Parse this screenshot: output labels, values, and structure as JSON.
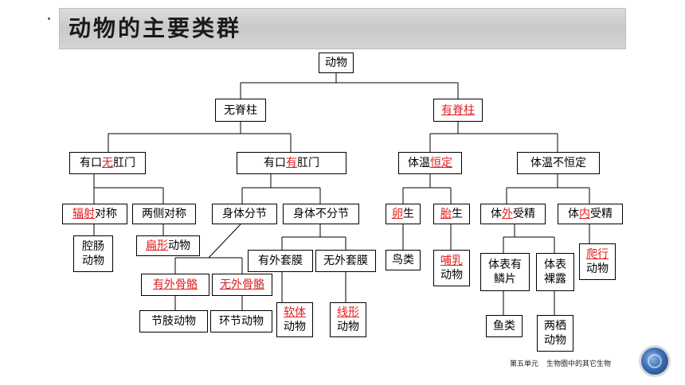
{
  "title": "动物的主要类群",
  "nodes": {
    "animal": "动物",
    "invert": "无脊柱",
    "vert": {
      "a": "有脊柱"
    },
    "mouth_no_anus": {
      "a": "有口",
      "b": "无",
      "c": "肛门"
    },
    "mouth_anus": {
      "a": "有口",
      "b": "有",
      "c": "肛门"
    },
    "temp_const": {
      "a": "体温",
      "b": "恒定"
    },
    "temp_var": "体温不恒定",
    "radial": {
      "a": "辐射",
      "b": "对称"
    },
    "bilateral": "两侧对称",
    "segmented": "身体分节",
    "unsegmented": "身体不分节",
    "oviparous": {
      "a": "卵",
      "b": "生"
    },
    "viviparous": {
      "a": "胎",
      "b": "生"
    },
    "ext_fert": {
      "a": "体",
      "b": "外",
      "c": "受精"
    },
    "int_fert": {
      "a": "体",
      "b": "内",
      "c": "受精"
    },
    "coelenterate": {
      "l1": "腔肠",
      "l2": "动物"
    },
    "flatworm": {
      "a": "扁形",
      "b": "动物"
    },
    "with_mantle": "有外套膜",
    "without_mantle": "无外套膜",
    "exo": {
      "a": "有外骨骼"
    },
    "no_exo": {
      "a": "无外骨骼"
    },
    "arthropod": "节肢动物",
    "annelid": "环节动物",
    "mollusk": {
      "l1": "软体",
      "l2": "动物"
    },
    "nematode": {
      "l1": "线形",
      "l2": "动物"
    },
    "bird": "鸟类",
    "mammal": {
      "l1": "哺乳",
      "l2": "动物"
    },
    "scaled": {
      "l1": "体表有",
      "l2": "鳞片"
    },
    "naked": {
      "l1": "体表",
      "l2": "裸露"
    },
    "fish": "鱼类",
    "amphibian": {
      "l1": "两栖",
      "l2": "动物"
    },
    "reptile": {
      "l1": "爬行",
      "l2": "动物"
    }
  },
  "footer": {
    "unit": "第五单元",
    "chapter": "生物圈中的其它生物"
  },
  "colors": {
    "highlight": "#e02020",
    "line": "#000000",
    "title_bg": "#cfcfcf"
  }
}
